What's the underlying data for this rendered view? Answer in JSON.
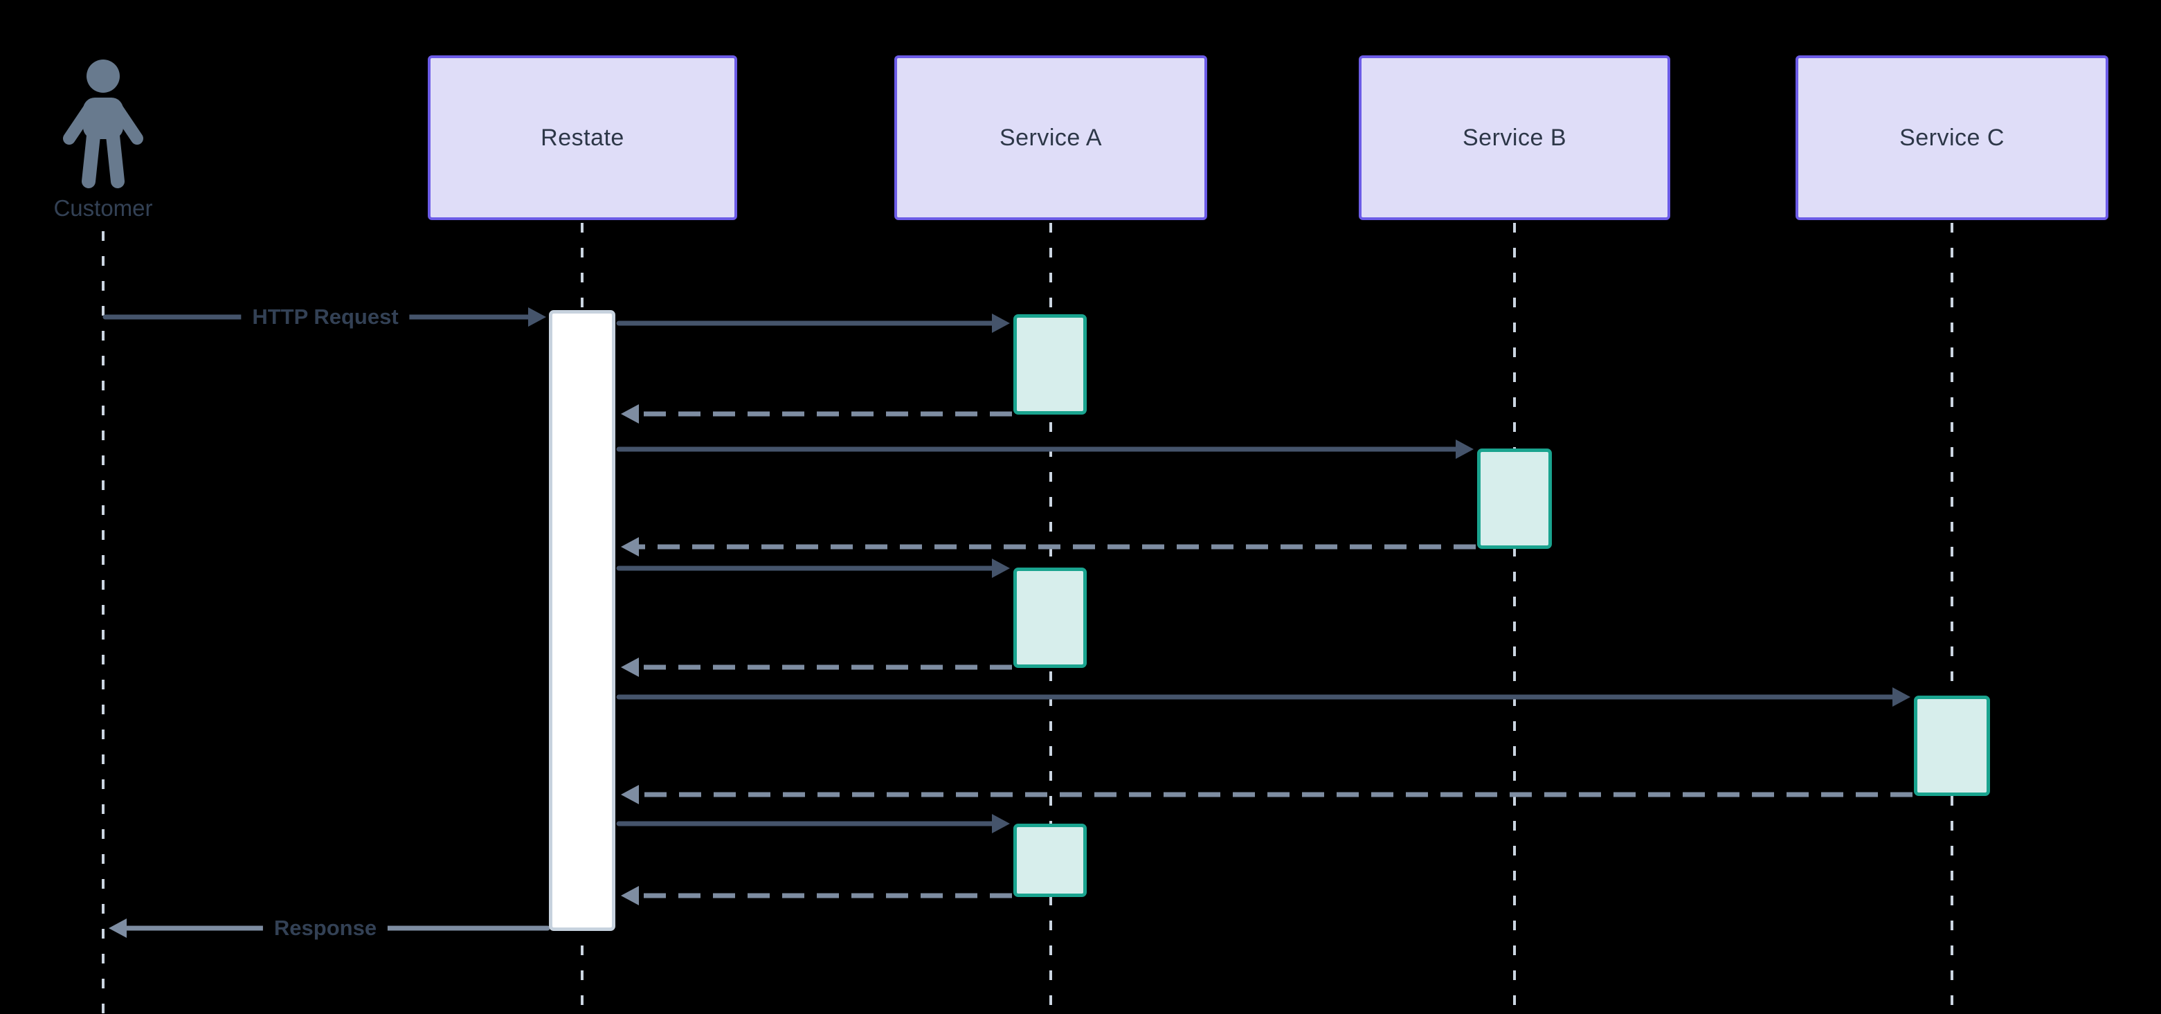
{
  "diagram": {
    "kind": "sequence-diagram",
    "actor": {
      "name": "Customer"
    },
    "participants": [
      {
        "name": "Restate"
      },
      {
        "name": "Service A"
      },
      {
        "name": "Service B"
      },
      {
        "name": "Service C"
      }
    ],
    "messages": [
      {
        "from": "Customer",
        "to": "Restate",
        "label": "HTTP Request",
        "kind": "request",
        "style": "solid"
      },
      {
        "from": "Restate",
        "to": "Service A",
        "label": "",
        "kind": "request",
        "style": "solid"
      },
      {
        "from": "Service A",
        "to": "Restate",
        "label": "",
        "kind": "reply",
        "style": "dashed"
      },
      {
        "from": "Restate",
        "to": "Service B",
        "label": "",
        "kind": "request",
        "style": "solid"
      },
      {
        "from": "Service B",
        "to": "Restate",
        "label": "",
        "kind": "reply",
        "style": "dashed"
      },
      {
        "from": "Restate",
        "to": "Service A",
        "label": "",
        "kind": "request",
        "style": "solid"
      },
      {
        "from": "Service A",
        "to": "Restate",
        "label": "",
        "kind": "reply",
        "style": "dashed"
      },
      {
        "from": "Restate",
        "to": "Service C",
        "label": "",
        "kind": "request",
        "style": "solid"
      },
      {
        "from": "Service C",
        "to": "Restate",
        "label": "",
        "kind": "reply",
        "style": "dashed"
      },
      {
        "from": "Restate",
        "to": "Service A",
        "label": "",
        "kind": "request",
        "style": "solid"
      },
      {
        "from": "Service A",
        "to": "Restate",
        "label": "",
        "kind": "reply",
        "style": "dashed"
      },
      {
        "from": "Restate",
        "to": "Customer",
        "label": "Response",
        "kind": "reply",
        "style": "solid"
      }
    ],
    "colors": {
      "background": "#000000",
      "participant_fill": "#dfddf8",
      "participant_border": "#6c5ce7",
      "participant_text": "#2d3748",
      "actor_icon": "#687a8e",
      "actor_text": "#334155",
      "lifeline": "#cbd5e1",
      "request_arrow": "#45546b",
      "reply_arrow": "#7e8da2",
      "activation_main_fill": "#ffffff",
      "activation_main_border": "#c7d2de",
      "activation_fill": "#d7eeec",
      "activation_border": "#1aa48f",
      "message_text": "#334155"
    }
  }
}
